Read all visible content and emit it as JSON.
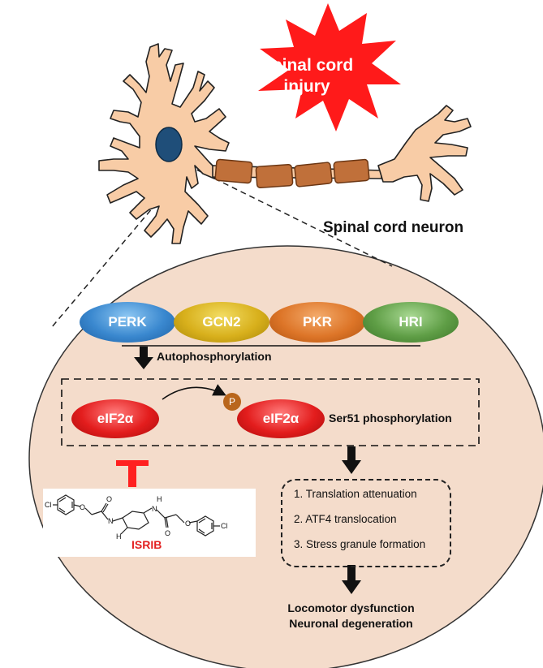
{
  "injury": {
    "line1": "Spinal cord",
    "line2": "injury"
  },
  "neuron_label": "Spinal cord neuron",
  "kinases": [
    {
      "label": "PERK"
    },
    {
      "label": "GCN2"
    },
    {
      "label": "PKR"
    },
    {
      "label": "HRI"
    }
  ],
  "autophosphorylation": "Autophosphorylation",
  "eif2a": {
    "left": "eIF2α",
    "right": "eIF2α",
    "phospho": "P"
  },
  "ser51": "Ser51 phosphorylation",
  "inhibitor": {
    "name": "ISRIB",
    "atoms": {
      "cl_left": "Cl",
      "cl_right": "Cl",
      "o1": "O",
      "o2": "O",
      "o3": "O",
      "o4": "O",
      "n1": "N",
      "n2": "N",
      "h1": "H",
      "h2": "H"
    }
  },
  "effects": [
    "1. Translation attenuation",
    "2. ATF4 translocation",
    "3. Stress granule formation"
  ],
  "outcomes": [
    "Locomotor dysfunction",
    "Neuronal degeneration"
  ],
  "colors": {
    "neuron_fill": "#f8cca6",
    "nucleus": "#1f4e79",
    "myelin": "#c0703a",
    "injury_star": "#ff1a1a",
    "inhibition": "#ff2020",
    "cell_fill": "#f4dccb"
  }
}
